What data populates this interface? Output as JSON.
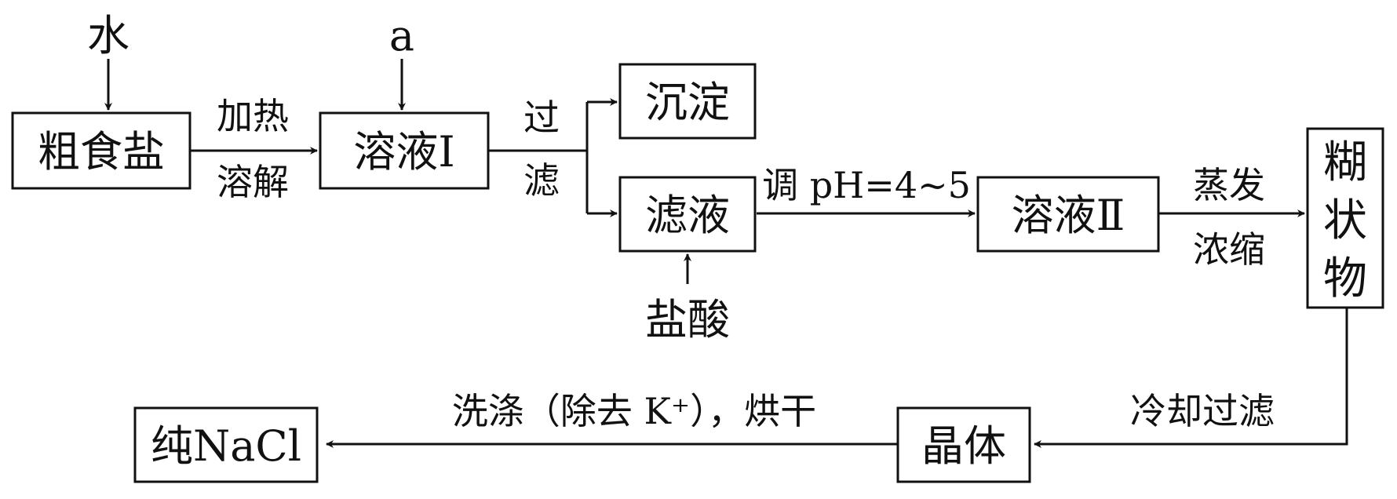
{
  "nodes": {
    "crude_salt": "粗食盐",
    "solution_1": "溶液Ⅰ",
    "precipitate": "沉淀",
    "filtrate": "滤液",
    "solution_2": "溶液Ⅱ",
    "paste": [
      "糊",
      "状",
      "物"
    ],
    "crystal": "晶体",
    "pure_nacl": "纯NaCl"
  },
  "inputs": {
    "water": "水",
    "reagent_a": "a",
    "hydrochloric_acid": "盐酸"
  },
  "steps": {
    "heat_top": "加热",
    "heat_bottom": "溶解",
    "filter_top": "过",
    "filter_bottom": "滤",
    "adjust_ph": "调 pH=4~5",
    "evaporate_top": "蒸发",
    "evaporate_bottom": "浓缩",
    "cool_filter": "冷却过滤",
    "wash_dry": "洗涤（除去 K⁺），烘干"
  },
  "colors": {
    "line": "#111111",
    "background": "#ffffff"
  }
}
